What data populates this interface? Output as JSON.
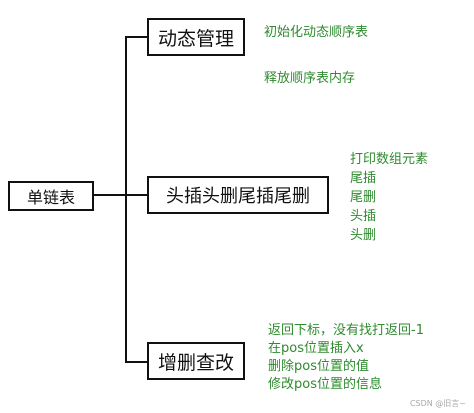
{
  "root": {
    "label": "单链表"
  },
  "branches": [
    {
      "label": "动态管理",
      "notes": [
        "初始化动态顺序表",
        "释放顺序表内存"
      ]
    },
    {
      "label": "头插头删尾插尾删",
      "notes": [
        "打印数组元素",
        "尾插",
        "尾删",
        "头插",
        "头删"
      ]
    },
    {
      "label": "增删查改",
      "notes": [
        "返回下标，没有找打返回-1",
        "在pos位置插入x",
        "删除pos位置的值",
        "修改pos位置的信息"
      ]
    }
  ],
  "watermark": "CSDN @旧言~"
}
